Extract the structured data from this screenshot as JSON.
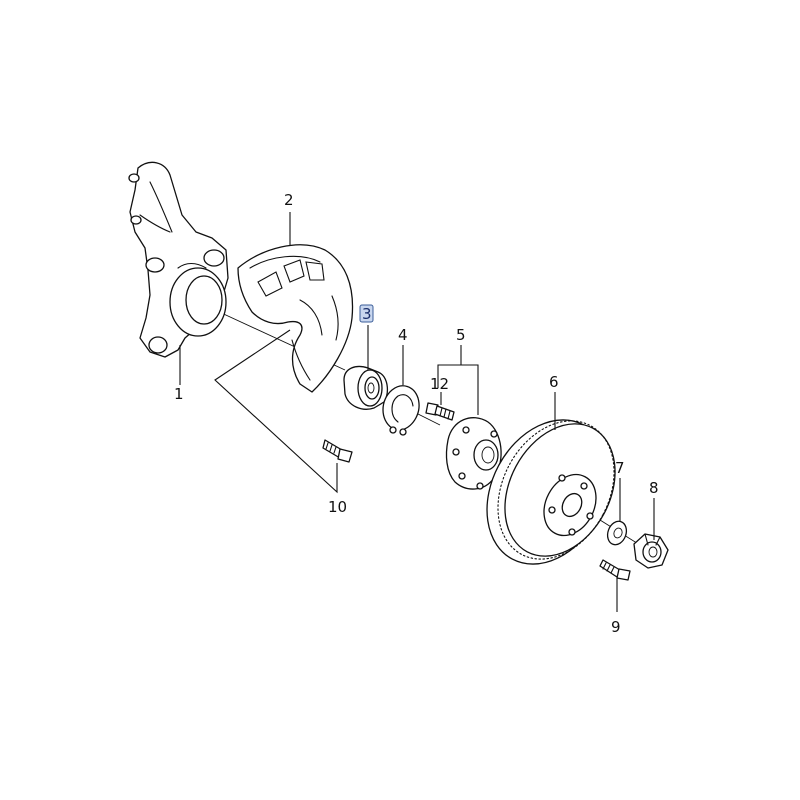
{
  "callouts": {
    "c1": "1",
    "c2": "2",
    "c3": "3",
    "c4": "4",
    "c5": "5",
    "c6": "6",
    "c7": "7",
    "c8": "8",
    "c9": "9",
    "c10": "10",
    "c12": "12"
  },
  "highlight": {
    "selected_callout": "3",
    "fill_color": "#c9d7ef",
    "border_color": "#3b5d98"
  }
}
